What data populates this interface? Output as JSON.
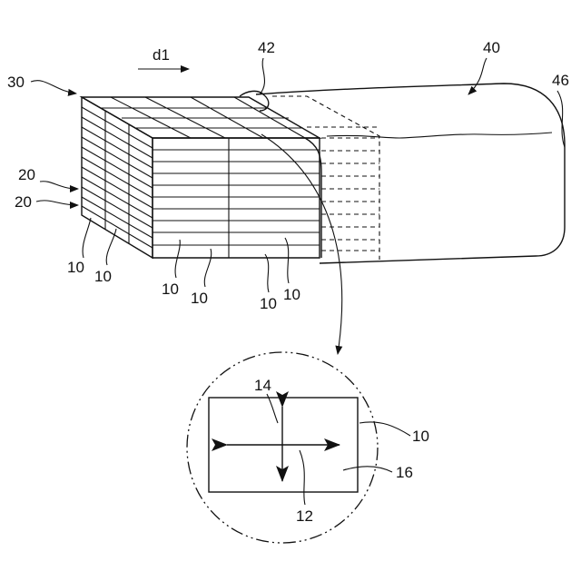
{
  "labels": {
    "direction": "d1",
    "assembly": "30",
    "bag_opening": "42",
    "bag": "40",
    "bag_edge": "46",
    "separator_a": "20",
    "separator_b": "20",
    "cell_1": "10",
    "cell_2": "10",
    "cell_3": "10",
    "cell_4": "10",
    "cell_5": "10",
    "cell_6": "10",
    "detail_cell": "10",
    "detail_vertical_axis": "14",
    "detail_horizontal_axis": "12",
    "detail_surface": "16"
  },
  "colors": {
    "line": "#111111",
    "background": "#ffffff"
  }
}
